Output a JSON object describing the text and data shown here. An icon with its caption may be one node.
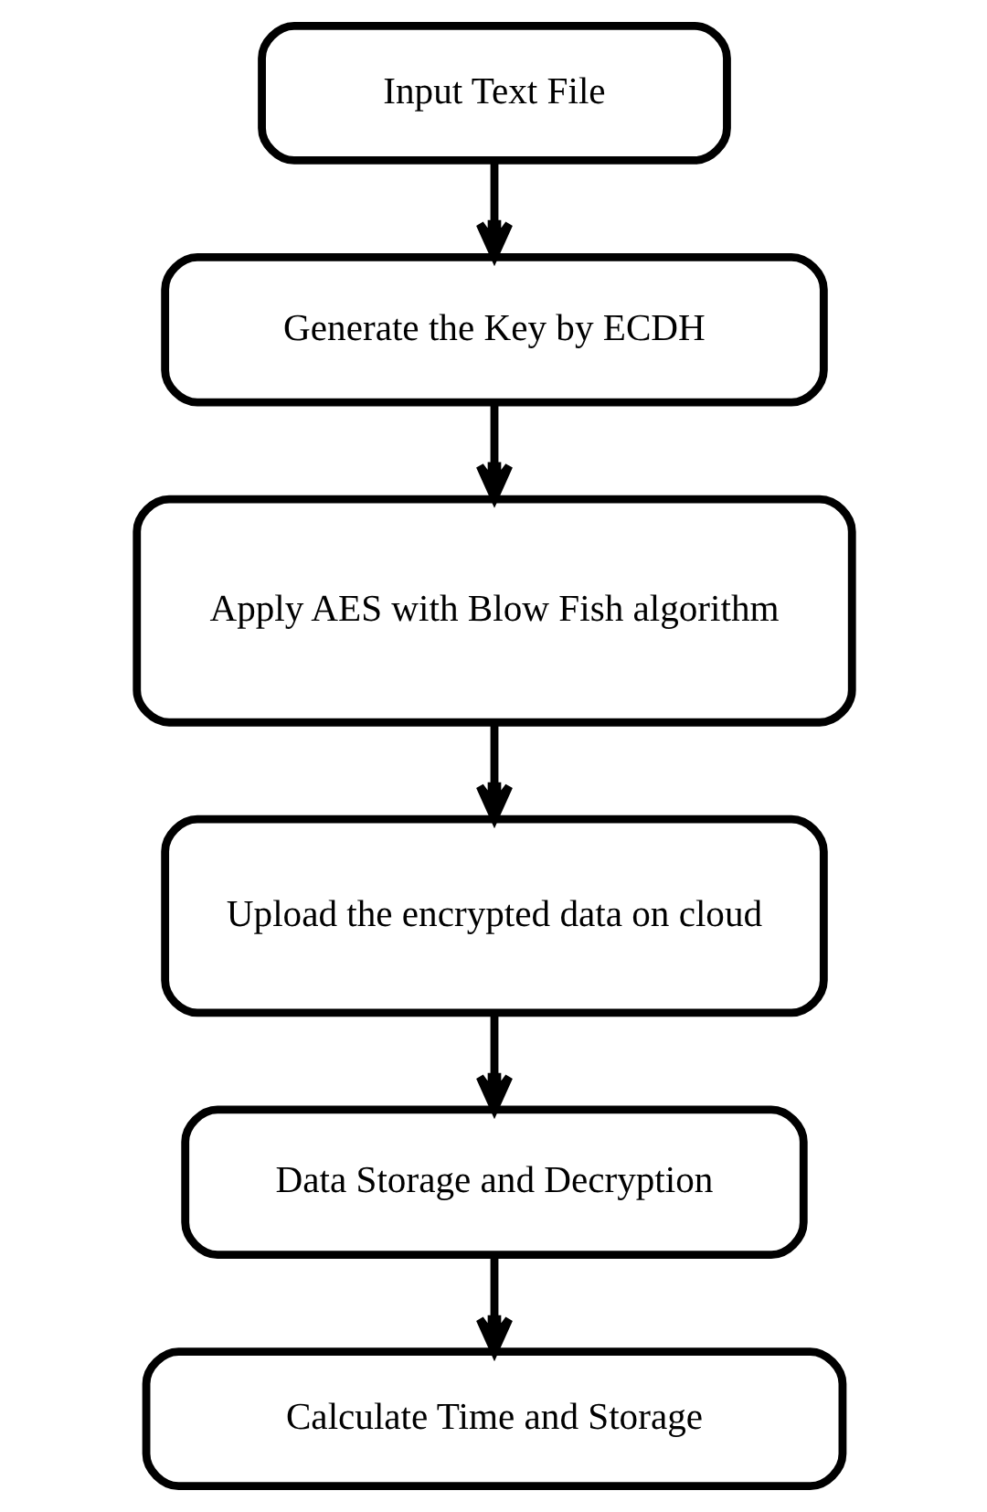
{
  "diagram": {
    "nodes": [
      {
        "text": [
          "Input Text File"
        ]
      },
      {
        "text": [
          "Generate the Key by ECDH"
        ]
      },
      {
        "text": [
          "Apply AES with Blow Fish algorithm"
        ]
      },
      {
        "text": [
          "Upload the encrypted data on cloud"
        ]
      },
      {
        "text": [
          "Data Storage and Decryption"
        ]
      },
      {
        "text": [
          "Calculate Time and Storage"
        ]
      }
    ],
    "edges": [
      {
        "from": 0,
        "to": 1,
        "arrow": "to"
      },
      {
        "from": 1,
        "to": 2,
        "arrow": "to"
      },
      {
        "from": 2,
        "to": 3,
        "arrow": "to"
      },
      {
        "from": 3,
        "to": 4,
        "arrow": "to"
      },
      {
        "from": 4,
        "to": 5,
        "arrow": "to"
      }
    ]
  }
}
